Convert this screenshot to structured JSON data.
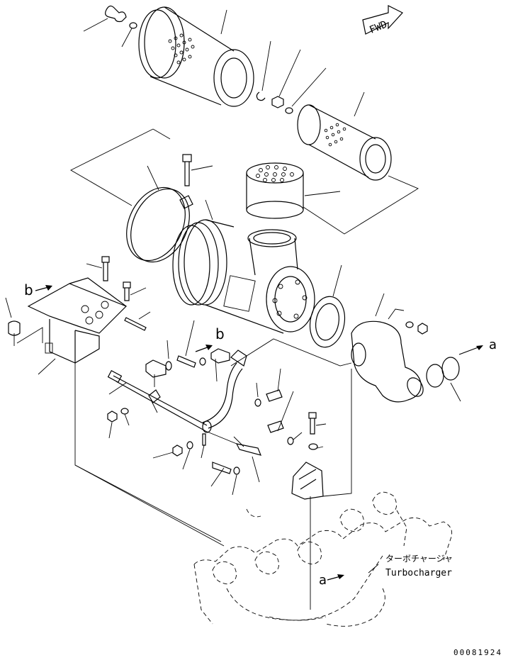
{
  "direction_arrow": {
    "text": "FWD"
  },
  "view_refs": {
    "b_top": "b",
    "b_pipe": "b",
    "a_right": "a",
    "a_engine": "a"
  },
  "callout": {
    "jp": "ターボチャージャ",
    "en": "Turbocharger"
  },
  "drawing_number": "00081924"
}
